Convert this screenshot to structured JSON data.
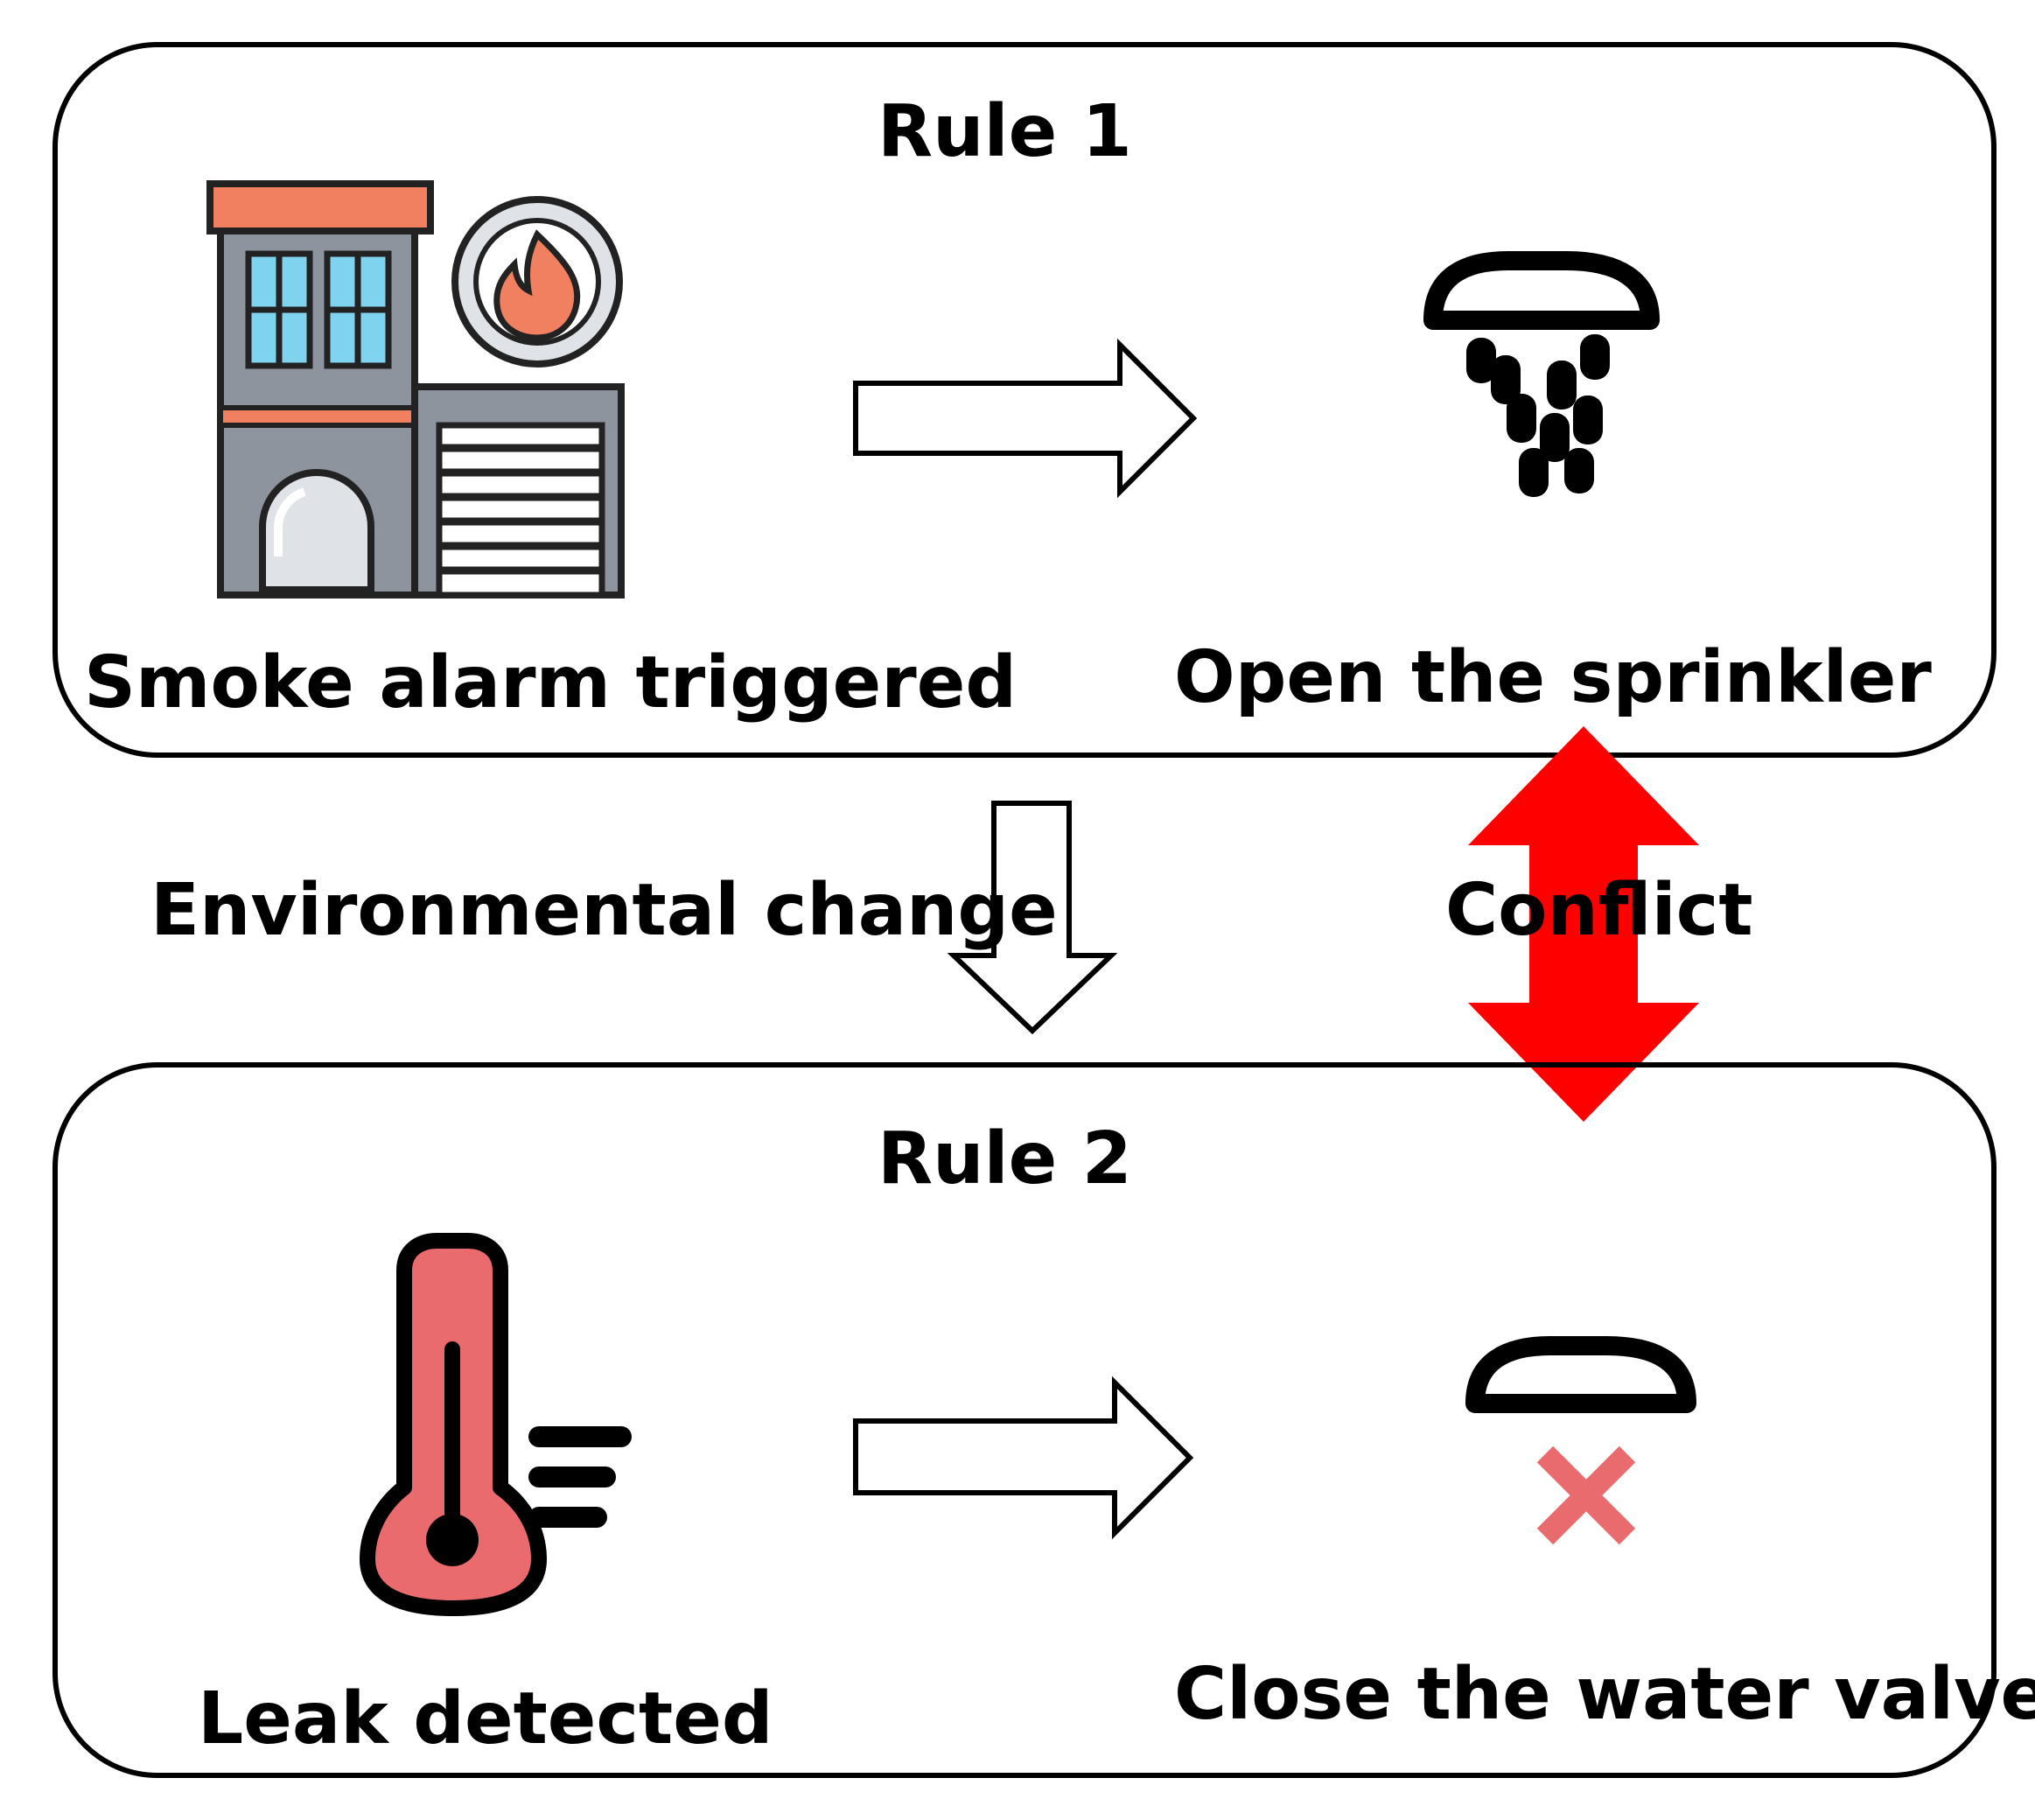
{
  "rule1": {
    "title": "Rule 1",
    "trigger": "Smoke alarm triggered",
    "action": "Open the sprinkler"
  },
  "rule2": {
    "title": "Rule 2",
    "trigger": "Leak detected",
    "action": "Close the water valve"
  },
  "transition_label": "Environmental change",
  "conflict_label": "Conflict",
  "colors": {
    "conflict_arrow": "#ff0000",
    "alarm_accent": "#f08060",
    "thermometer_fill": "#e96b6e",
    "cross": "#e96b6e",
    "building_gray": "#8e949d",
    "window_blue": "#7fd3ee"
  },
  "icons": {
    "rule1_trigger": "building-fire-icon",
    "rule1_action": "sprinkler-on-icon",
    "rule2_trigger": "thermometer-icon",
    "rule2_action": "sprinkler-off-icon"
  }
}
